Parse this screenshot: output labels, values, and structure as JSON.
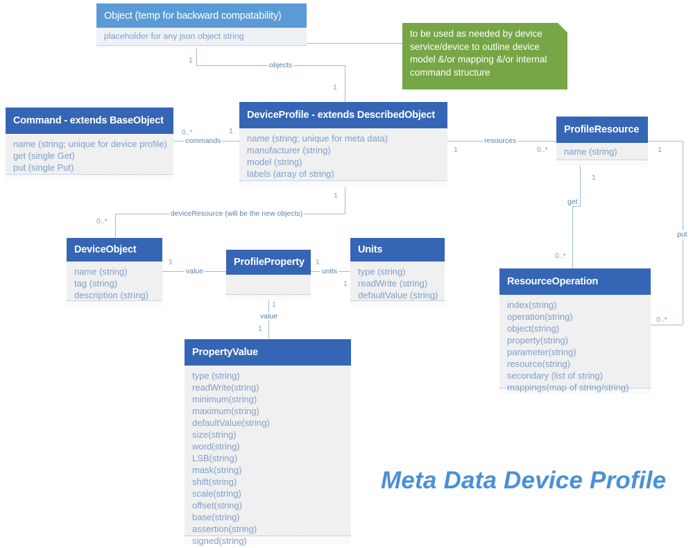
{
  "diagram": {
    "title": "Meta Data Device Profile",
    "type": "uml-class-diagram",
    "colors": {
      "header_dark": "#3565B5",
      "header_light": "#5B9BD5",
      "body": "#F0F0F0",
      "attribute_text": "#7D9FC8",
      "connector": "#9EB9D8",
      "note": "#76A646",
      "title": "#4A90D9"
    }
  },
  "note": {
    "text": "to be used as needed by device service/device to outline device model &/or mapping &/or internal command structure"
  },
  "classes": [
    {
      "id": "object",
      "name": "Object (temp for backward compatability)",
      "attributes": [
        "placeholder for any json object string"
      ]
    },
    {
      "id": "command",
      "name": "Command - extends BaseObject",
      "attributes": [
        "name (string; unique for device profile)",
        "get (single Get)",
        "put (single Put)"
      ]
    },
    {
      "id": "device-profile",
      "name": "DeviceProfile - extends DescribedObject",
      "attributes": [
        "name (string; unique for meta data)",
        "manufacturer (string)",
        "model (string)",
        "labels (array of string)"
      ]
    },
    {
      "id": "profile-resource",
      "name": "ProfileResource",
      "attributes": [
        "name (string)"
      ]
    },
    {
      "id": "device-object",
      "name": "DeviceObject",
      "attributes": [
        "name (string)",
        "tag (string)",
        "description (string)"
      ]
    },
    {
      "id": "profile-property",
      "name": "ProfileProperty",
      "attributes": []
    },
    {
      "id": "units",
      "name": "Units",
      "attributes": [
        "type (string)",
        "readWrite (string)",
        "defaultValue (string)"
      ]
    },
    {
      "id": "resource-operation",
      "name": "ResourceOperation",
      "attributes": [
        "index(string)",
        "operation(string)",
        "object(string)",
        "property(string)",
        "parameter(string)",
        "resource(string)",
        "secondary (list of string)",
        "mappings(map of string/string)"
      ]
    },
    {
      "id": "property-value",
      "name": "PropertyValue",
      "attributes": [
        "type (string)",
        "readWrite(string)",
        "minimum(string)",
        "maximum(string)",
        "defaultValue(string)",
        "size(string)",
        "word(string)",
        "LSB(string)",
        "mask(string)",
        "shift(string)",
        "scale(string)",
        "offset(string)",
        "base(string)",
        "assertion(string)",
        "signed(string)"
      ]
    }
  ],
  "associations": [
    {
      "id": "objects",
      "label": "objects",
      "source_mult": "1",
      "target_mult": "1"
    },
    {
      "id": "commands",
      "label": "commands",
      "source_mult": "0..*",
      "target_mult": "1"
    },
    {
      "id": "resources",
      "label": "resources",
      "source_mult": "1",
      "target_mult": "0..*"
    },
    {
      "id": "device-resource",
      "label": "deviceResource (will be the new objects)",
      "source_mult": "0..*",
      "target_mult": "1"
    },
    {
      "id": "value-property",
      "label": "value",
      "source_mult": "1",
      "target_mult": "1"
    },
    {
      "id": "units",
      "label": "units",
      "source_mult": "1",
      "target_mult": "1"
    },
    {
      "id": "value-propertyvalue",
      "label": "value",
      "source_mult": "1",
      "target_mult": "1"
    },
    {
      "id": "get",
      "label": "get",
      "source_mult": "1",
      "target_mult": "0..*"
    },
    {
      "id": "put",
      "label": "put",
      "source_mult": "1",
      "target_mult": "0..*"
    }
  ]
}
